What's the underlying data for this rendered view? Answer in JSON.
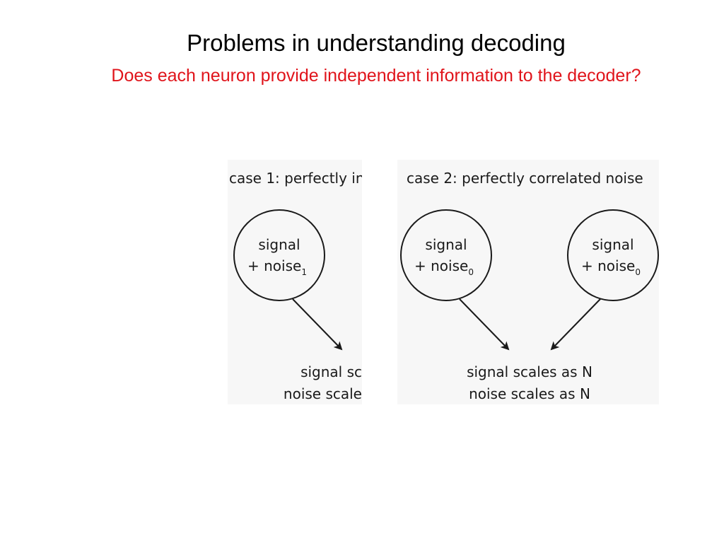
{
  "slide": {
    "title": "Problems in understanding decoding",
    "subtitle": "Does each neuron provide independent information to the decoder?",
    "subtitle_color": "#e0141b"
  },
  "figure": {
    "case1": {
      "header": "case 1: perfectly in",
      "node_line1": "signal",
      "node_line2": "+ noise",
      "node_subscript": "1",
      "result_line1": "signal sc",
      "result_line2": "noise scale"
    },
    "case2": {
      "header": "case 2: perfectly correlated noise",
      "left_node_line1": "signal",
      "left_node_line2": "+ noise",
      "left_node_subscript": "0",
      "right_node_line1": "signal",
      "right_node_line2": "+ noise",
      "right_node_subscript": "0",
      "result_line1": "signal scales as N",
      "result_line2": "noise scales as N"
    }
  }
}
